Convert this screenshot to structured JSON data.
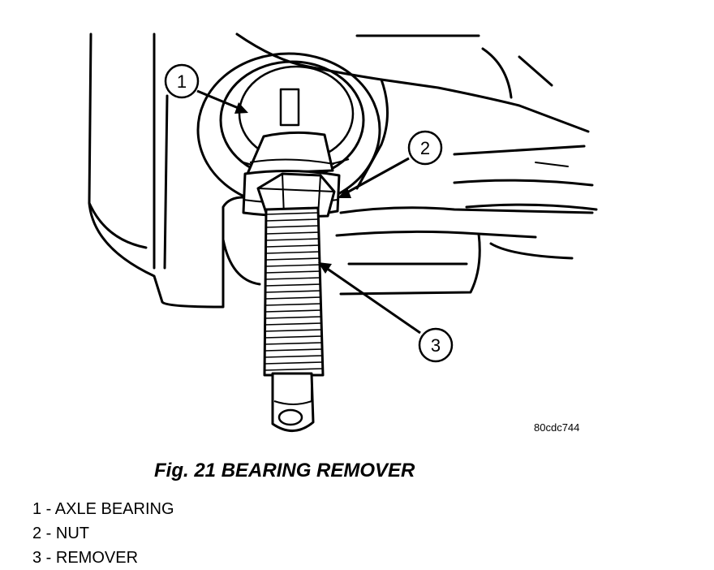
{
  "figure": {
    "code": "80cdc744",
    "caption": "Fig. 21 BEARING REMOVER"
  },
  "callouts": [
    {
      "number": "1",
      "label": "AXLE BEARING"
    },
    {
      "number": "2",
      "label": "NUT"
    },
    {
      "number": "3",
      "label": "REMOVER"
    }
  ],
  "legend": [
    "1 - AXLE BEARING",
    "2 - NUT",
    "3 - REMOVER"
  ]
}
